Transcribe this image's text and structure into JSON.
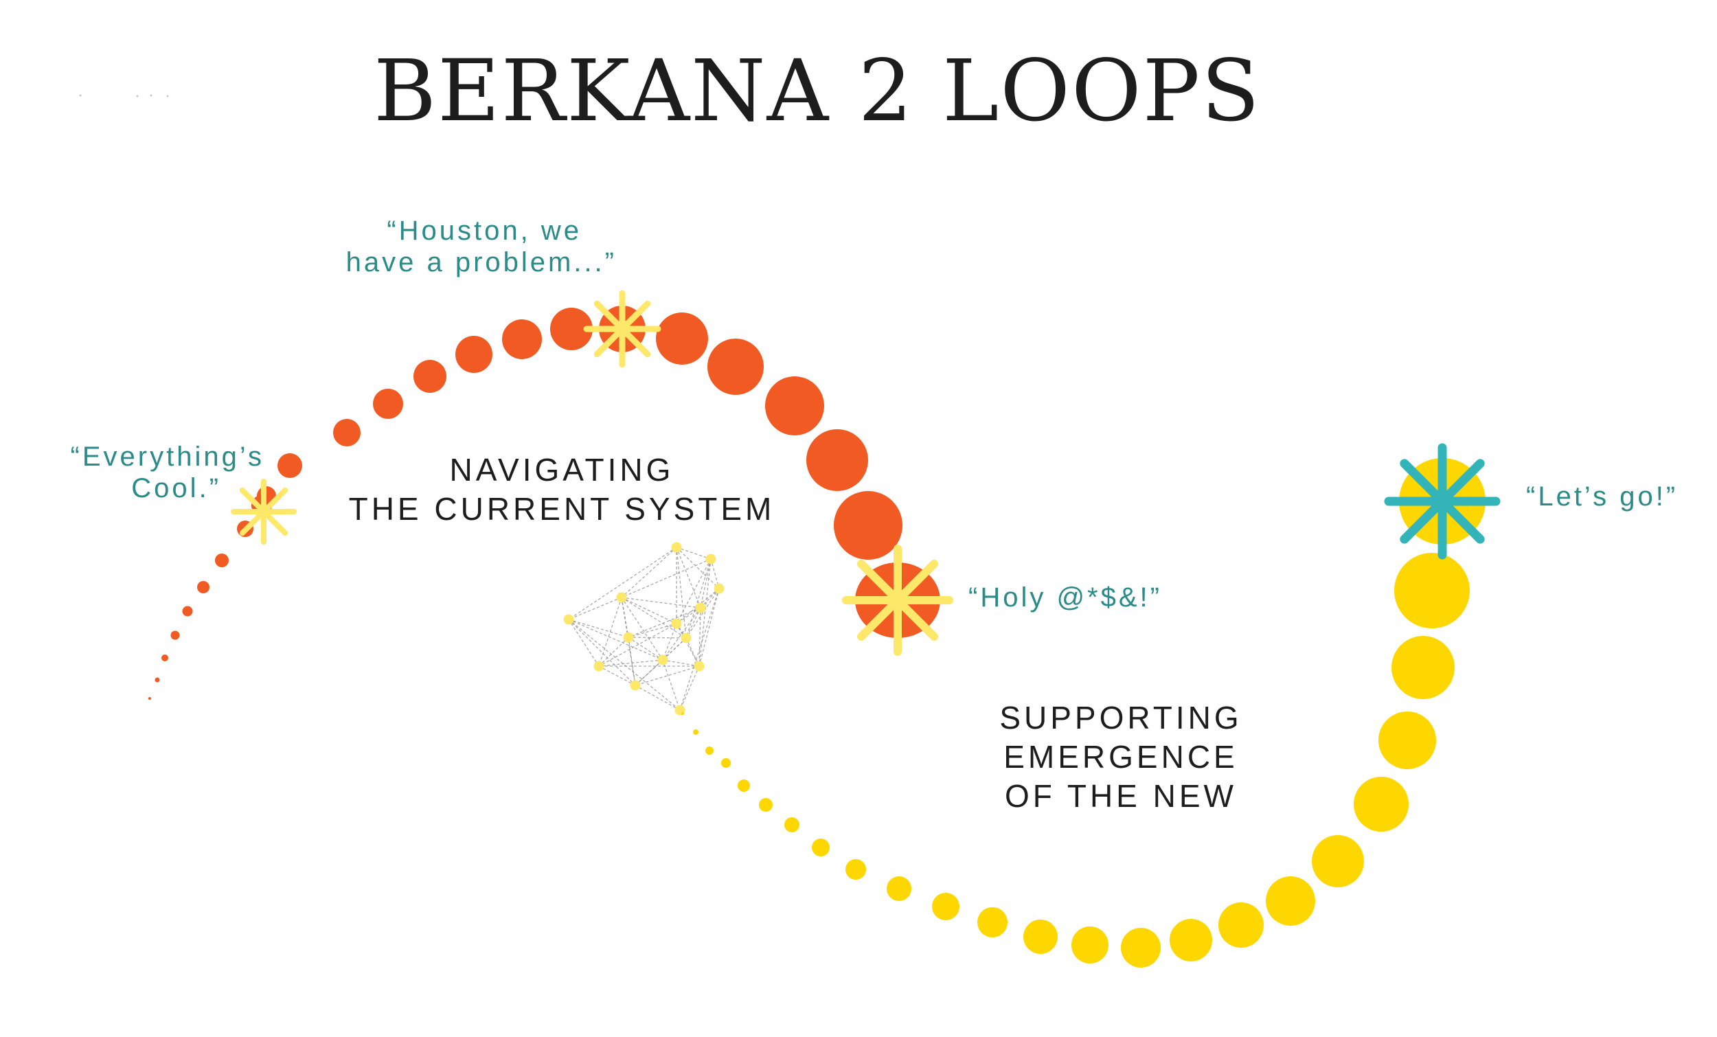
{
  "title": "BERKANA 2 LOOPS",
  "labels": {
    "navigating": [
      "NAVIGATING",
      "THE CURRENT SYSTEM"
    ],
    "supporting": [
      "SUPPORTING",
      "EMERGENCE",
      "OF THE NEW"
    ]
  },
  "quotes": {
    "everythings_cool": [
      "“Everything’s",
      "Cool.”"
    ],
    "houston": [
      "“Houston, we",
      "have a problem...”"
    ],
    "holy": [
      "“Holy @*$&!”"
    ],
    "lets_go": [
      "“Let’s go!”"
    ]
  },
  "colors": {
    "old_loop": "#f15a22",
    "new_loop": "#fed700",
    "star_light": "#fde86a",
    "star_teal": "#33b4b8",
    "quote_text": "#2a8b88",
    "label_text": "#1d1d1d",
    "network_node": "#fde86a",
    "network_line": "#8c8c8c"
  }
}
